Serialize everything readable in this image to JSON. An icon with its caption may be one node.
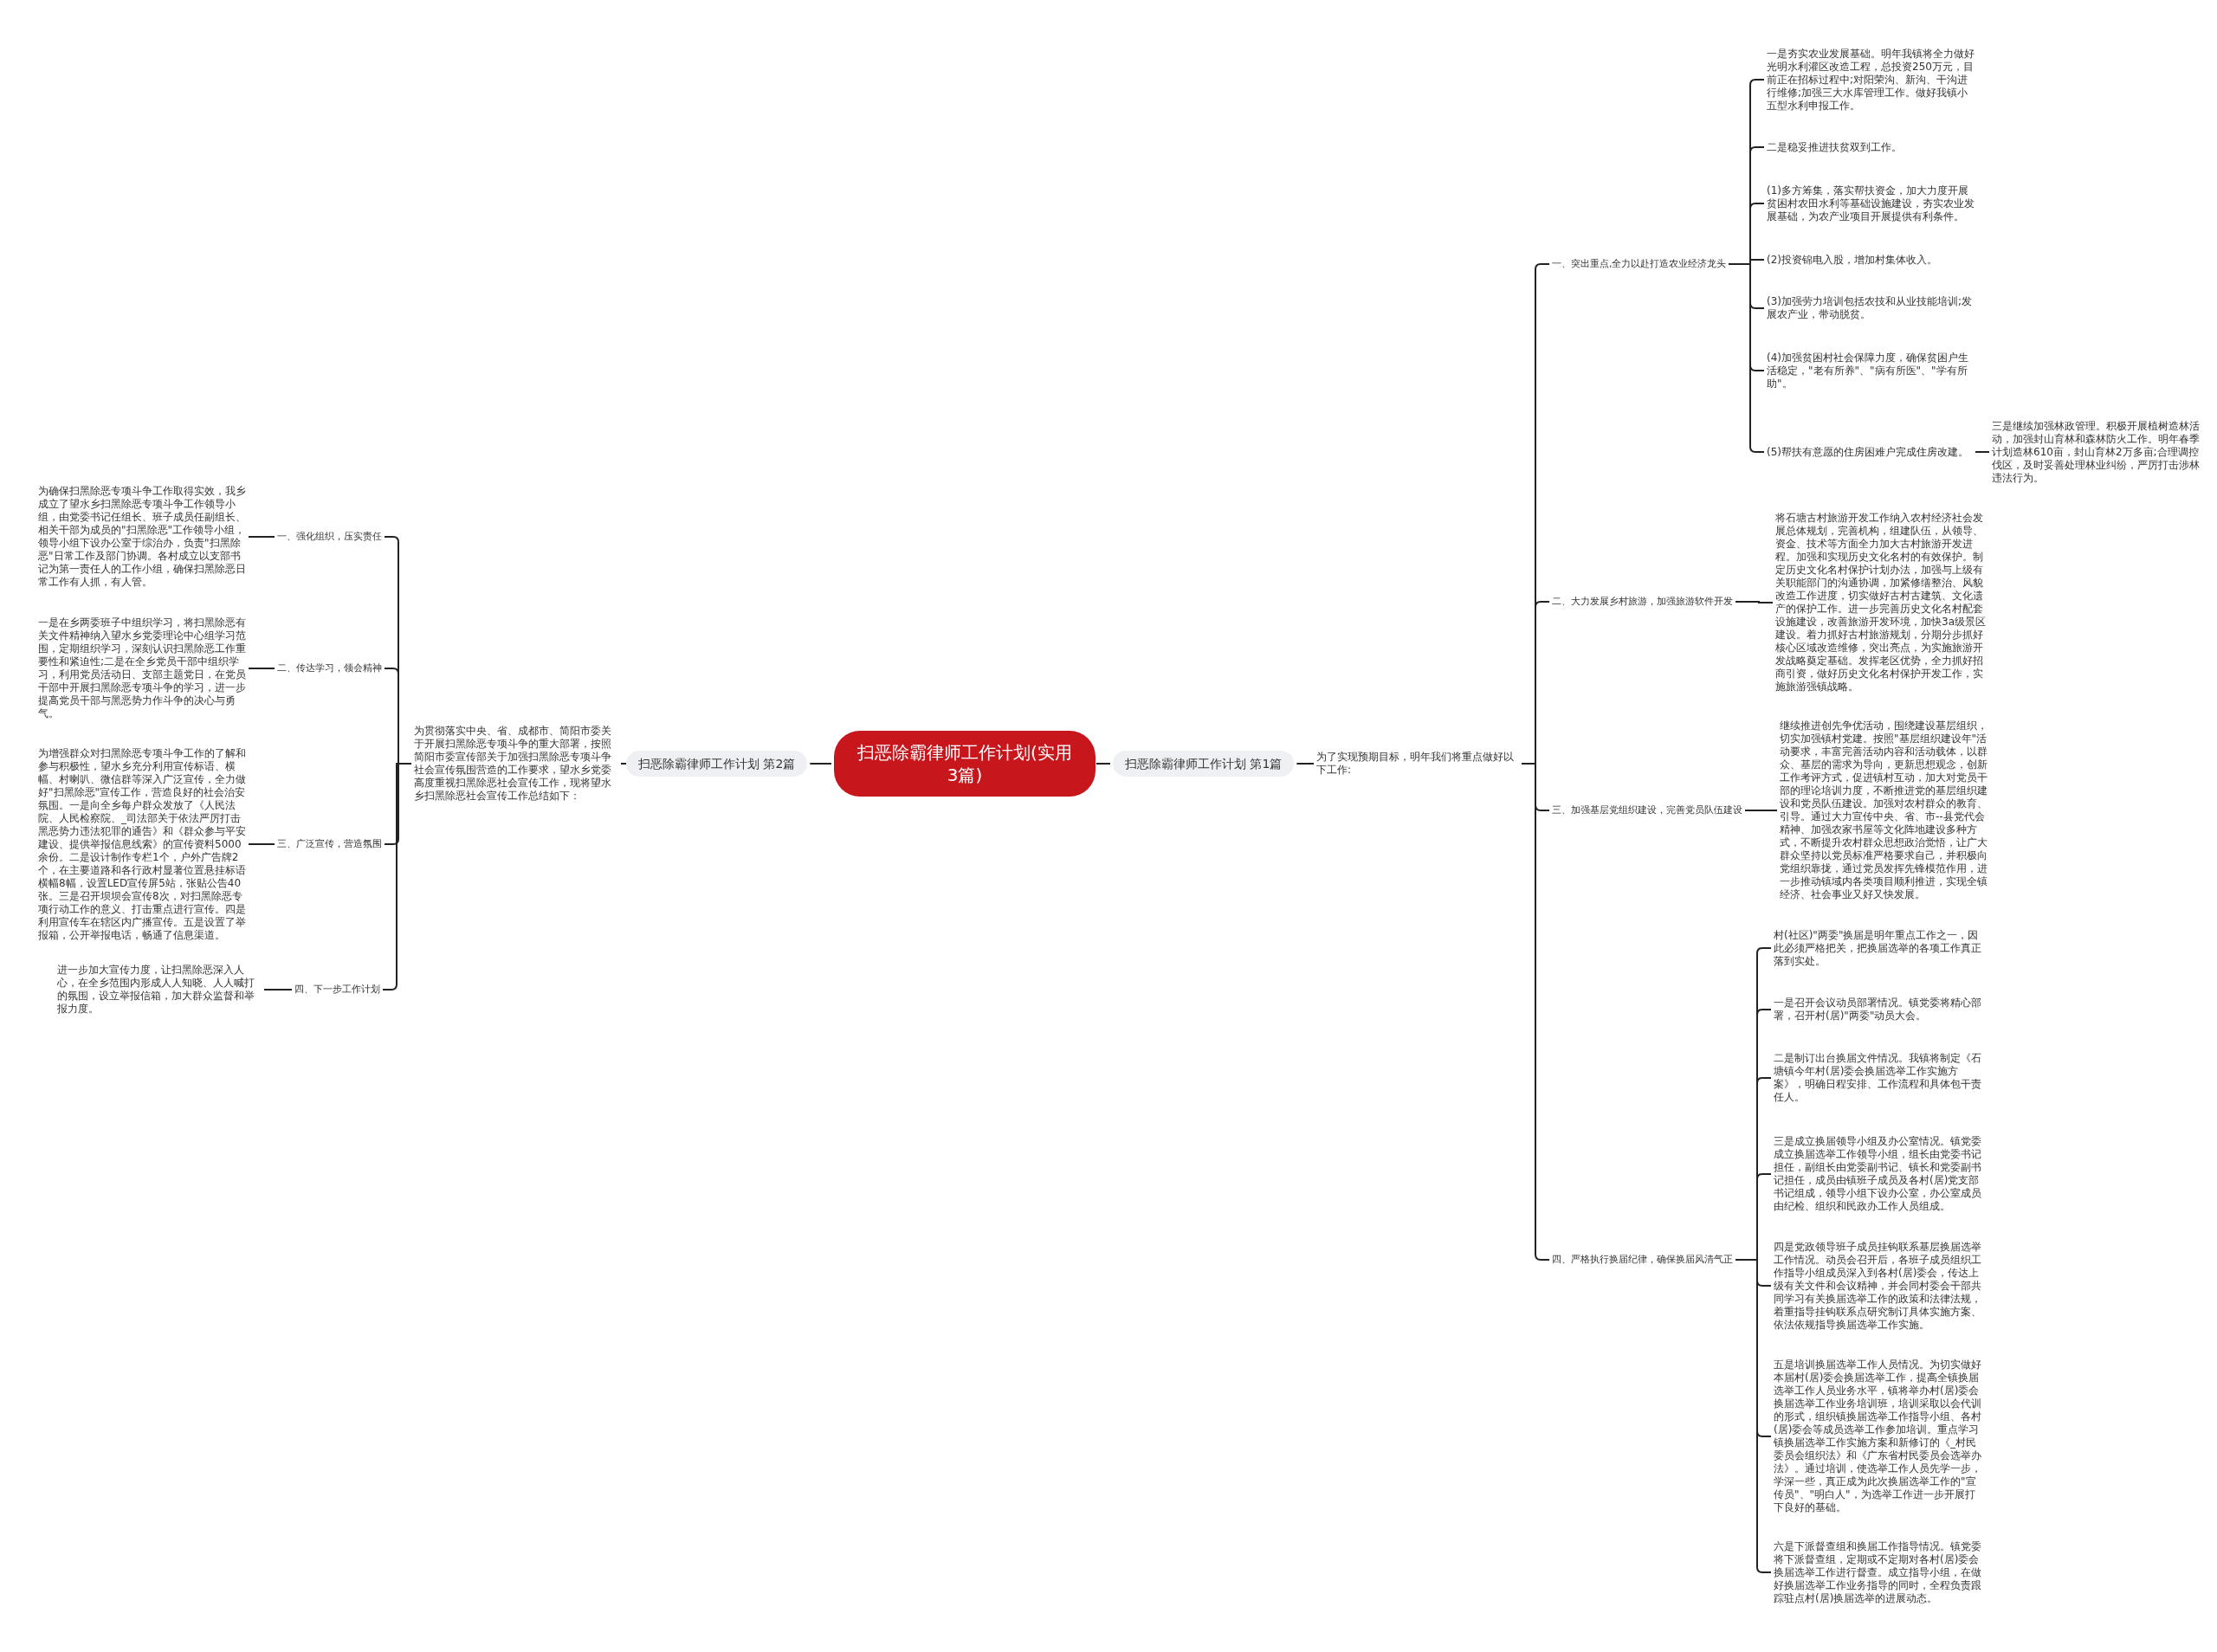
{
  "diagram": {
    "nodes": [
      {
        "text": [
          "扫恶除霸律师工作计划(实用3篇)"
        ]
      },
      {
        "text": [
          "扫恶除霸律师工作计划 第1篇"
        ]
      },
      {
        "text": [
          "为了实现预期目标，明年我们将重点做好以下工作:"
        ]
      },
      {
        "text": [
          "一、突出重点,全力以赴打造农业经济龙头"
        ]
      },
      {
        "text": [
          "一是夯实农业发展基础。明年我镇将全力做好光明水利灌区改造工程，总投资250万元，目前正在招标过程中;对阳荣沟、新沟、干沟进行维修;加强三大水库管理工作。做好我镇小五型水利申报工作。"
        ]
      },
      {
        "text": [
          "二是稳妥推进扶贫双到工作。"
        ]
      },
      {
        "text": [
          "(1)多方筹集，落实帮扶资金，加大力度开展贫困村农田水利等基础设施建设，夯实农业发展基础，为农产业项目开展提供有利条件。"
        ]
      },
      {
        "text": [
          "(2)投资锦电入股，增加村集体收入。"
        ]
      },
      {
        "text": [
          "(3)加强劳力培训包括农技和从业技能培训;发展农产业，带动脱贫。"
        ]
      },
      {
        "text": [
          "(4)加强贫困村社会保障力度，确保贫困户生活稳定，\"老有所养\"、\"病有所医\"、\"学有所助\"。"
        ]
      },
      {
        "text": [
          "(5)帮扶有意愿的住房困难户完成住房改建。"
        ]
      },
      {
        "text": [
          "三是继续加强林政管理。积极开展植树造林活动，加强封山育林和森林防火工作。明年春季计划造林610亩，封山育林2万多亩;合理调控伐区，及时妥善处理林业纠纷，严厉打击涉林违法行为。"
        ]
      },
      {
        "text": [
          "二、大力发展乡村旅游，加强旅游软件开发"
        ]
      },
      {
        "text": [
          "将石塘古村旅游开发工作纳入农村经济社会发展总体规划，完善机构，组建队伍，从领导、资金、技术等方面全力加大古村旅游开发进程。加强和实现历史文化名村的有效保护。制定历史文化名村保护计划办法，加强与上级有关职能部门的沟通协调，加紧修缮整治、风貌改造工作进度，切实做好古村古建筑、文化遗产的保护工作。进一步完善历史文化名村配套设施建设，改善旅游开发环境，加快3a级景区建设。着力抓好古村旅游规划，分期分步抓好核心区域改造维修，突出亮点，为实施旅游开发战略奠定基础。发挥老区优势，全力抓好招商引资，做好历史文化名村保护开发工作，实施旅游强镇战略。"
        ]
      },
      {
        "text": [
          "三、加强基层党组织建设，完善党员队伍建设"
        ]
      },
      {
        "text": [
          "继续推进创先争优活动，围绕建设基层组织，切实加强镇村党建。按照\"基层组织建设年\"活动要求，丰富完善活动内容和活动载体，以群众、基层的需求为导向，更新思想观念，创新工作考评方式，促进镇村互动，加大对党员干部的理论培训力度，不断推进党的基层组织建设和党员队伍建设。加强对农村群众的教育、引导。通过大力宣传中央、省、市--县党代会精神、加强农家书屋等文化阵地建设多种方式，不断提升农村群众思想政治觉悟，让广大群众坚持以党员标准严格要求自己，并积极向党组织靠拢，通过党员发挥先锋模范作用，进一步推动镇域内各类项目顺利推进，实现全镇经济、社会事业又好又快发展。"
        ]
      },
      {
        "text": [
          "四、严格执行换届纪律，确保换届风清气正"
        ]
      },
      {
        "text": [
          "村(社区)\"两委\"换届是明年重点工作之一，因此必须严格把关，把换届选举的各项工作真正落到实处。"
        ]
      },
      {
        "text": [
          "一是召开会议动员部署情况。镇党委将精心部署，召开村(居)\"两委\"动员大会。"
        ]
      },
      {
        "text": [
          "二是制订出台换届文件情况。我镇将制定《石塘镇今年村(居)委会换届选举工作实施方案》，明确日程安排、工作流程和具体包干责任人。"
        ]
      },
      {
        "text": [
          "三是成立换届领导小组及办公室情况。镇党委成立换届选举工作领导小组，组长由党委书记担任，副组长由党委副书记、镇长和党委副书记担任，成员由镇班子成员及各村(居)党支部书记组成，领导小组下设办公室，办公室成员由纪检、组织和民政办工作人员组成。"
        ]
      },
      {
        "text": [
          "四是党政领导班子成员挂钩联系基层换届选举工作情况。动员会召开后，各班子成员组织工作指导小组成员深入到各村(居)委会，传达上级有关文件和会议精神，并会同村委会干部共同学习有关换届选举工作的政策和法律法规，着重指导挂钩联系点研究制订具体实施方案、依法依规指导换届选举工作实施。"
        ]
      },
      {
        "text": [
          "五是培训换届选举工作人员情况。为切实做好本届村(居)委会换届选举工作，提高全镇换届选举工作人员业务水平，镇将举办村(居)委会换届选举工作业务培训班，培训采取以会代训的形式，组织镇换届选举工作指导小组、各村(居)委会等成员选举工作参加培训。重点学习镇换届选举工作实施方案和新修订的《_村民委员会组织法》和《广东省村民委员会选举办法》。通过培训，使选举工作人员先学一步，学深一些，真正成为此次换届选举工作的\"宣传员\"、\"明白人\"，为选举工作进一步开展打下良好的基础。"
        ]
      },
      {
        "text": [
          "六是下派督查组和换届工作指导情况。镇党委将下派督查组，定期或不定期对各村(居)委会换届选举工作进行督查。成立指导小组，在做好换届选举工作业务指导的同时，全程负责跟踪驻点村(居)换届选举的进展动态。"
        ]
      },
      {
        "text": [
          "扫恶除霸律师工作计划 第2篇"
        ]
      },
      {
        "text": [
          "为贯彻落实中央、省、成都市、简阳市委关于开展扫黑除恶专项斗争的重大部署，按照简阳市委宣传部关于加强扫黑除恶专项斗争社会宣传氛围营造的工作要求，望水乡党委高度重视扫黑除恶社会宣传工作，现将望水乡扫黑除恶社会宣传工作总结如下："
        ]
      },
      {
        "text": [
          "一、强化组织，压实责任"
        ]
      },
      {
        "text": [
          "为确保扫黑除恶专项斗争工作取得实效，我乡成立了望水乡扫黑除恶专项斗争工作领导小组，由党委书记任组长、班子成员任副组长、相关干部为成员的\"扫黑除恶\"工作领导小组，领导小组下设办公室于综治办，负责\"扫黑除恶\"日常工作及部门协调。各村成立以支部书记为第一责任人的工作小组，确保扫黑除恶日常工作有人抓，有人管。"
        ]
      },
      {
        "text": [
          "二、传达学习，领会精神"
        ]
      },
      {
        "text": [
          "一是在乡两委班子中组织学习，将扫黑除恶有关文件精神纳入望水乡党委理论中心组学习范围，定期组织学习，深刻认识扫黑除恶工作重要性和紧迫性;二是在全乡党员干部中组织学习，利用党员活动日、支部主题党日，在党员干部中开展扫黑除恶专项斗争的学习，进一步提高党员干部与黑恶势力作斗争的决心与勇气。"
        ]
      },
      {
        "text": [
          "三、广泛宣传，营造氛围"
        ]
      },
      {
        "text": [
          "为增强群众对扫黑除恶专项斗争工作的了解和参与积极性，望水乡充分利用宣传标语、横幅、村喇叭、微信群等深入广泛宣传，全力做好\"扫黑除恶\"宣传工作，营造良好的社会治安氛围。一是向全乡每户群众发放了《人民法院、人民检察院、_司法部关于依法严厉打击黑恶势力违法犯罪的通告》和《群众参与平安建设、提供举报信息线索》的宣传资料5000余份。二是设计制作专栏1个，户外广告牌2个，在主要道路和各行政村显著位置悬挂标语横幅8幅，设置LED宣传屏5站，张贴公告40张。三是召开坝坝会宣传8次，对扫黑除恶专项行动工作的意义、打击重点进行宣传。四是利用宣传车在辖区内广播宣传。五是设置了举报箱，公开举报电话，畅通了信息渠道。"
        ]
      },
      {
        "text": [
          "四、下一步工作计划"
        ]
      },
      {
        "text": [
          "进一步加大宣传力度，让扫黑除恶深入人心，在全乡范围内形成人人知晓、人人喊打的氛围，设立举报信箱，加大群众监督和举报力度。"
        ]
      }
    ],
    "edges": [
      {
        "from": 0,
        "to": 1,
        "arrow": "none"
      },
      {
        "from": 1,
        "to": 2,
        "arrow": "none"
      },
      {
        "from": 2,
        "to": 3,
        "arrow": "none"
      },
      {
        "from": 3,
        "to": 4,
        "arrow": "none"
      },
      {
        "from": 3,
        "to": 5,
        "arrow": "none"
      },
      {
        "from": 3,
        "to": 6,
        "arrow": "none"
      },
      {
        "from": 3,
        "to": 7,
        "arrow": "none"
      },
      {
        "from": 3,
        "to": 8,
        "arrow": "none"
      },
      {
        "from": 3,
        "to": 9,
        "arrow": "none"
      },
      {
        "from": 3,
        "to": 10,
        "arrow": "none"
      },
      {
        "from": 10,
        "to": 11,
        "arrow": "none"
      },
      {
        "from": 2,
        "to": 12,
        "arrow": "none"
      },
      {
        "from": 12,
        "to": 13,
        "arrow": "none"
      },
      {
        "from": 2,
        "to": 14,
        "arrow": "none"
      },
      {
        "from": 14,
        "to": 15,
        "arrow": "none"
      },
      {
        "from": 2,
        "to": 16,
        "arrow": "none"
      },
      {
        "from": 16,
        "to": 17,
        "arrow": "none"
      },
      {
        "from": 16,
        "to": 18,
        "arrow": "none"
      },
      {
        "from": 16,
        "to": 19,
        "arrow": "none"
      },
      {
        "from": 16,
        "to": 20,
        "arrow": "none"
      },
      {
        "from": 16,
        "to": 21,
        "arrow": "none"
      },
      {
        "from": 16,
        "to": 22,
        "arrow": "none"
      },
      {
        "from": 16,
        "to": 23,
        "arrow": "none"
      },
      {
        "from": 0,
        "to": 24,
        "arrow": "none"
      },
      {
        "from": 24,
        "to": 25,
        "arrow": "none"
      },
      {
        "from": 25,
        "to": 26,
        "arrow": "none"
      },
      {
        "from": 26,
        "to": 27,
        "arrow": "none"
      },
      {
        "from": 25,
        "to": 28,
        "arrow": "none"
      },
      {
        "from": 28,
        "to": 29,
        "arrow": "none"
      },
      {
        "from": 25,
        "to": 30,
        "arrow": "none"
      },
      {
        "from": 30,
        "to": 31,
        "arrow": "none"
      },
      {
        "from": 25,
        "to": 32,
        "arrow": "none"
      },
      {
        "from": 32,
        "to": 33,
        "arrow": "none"
      }
    ]
  }
}
